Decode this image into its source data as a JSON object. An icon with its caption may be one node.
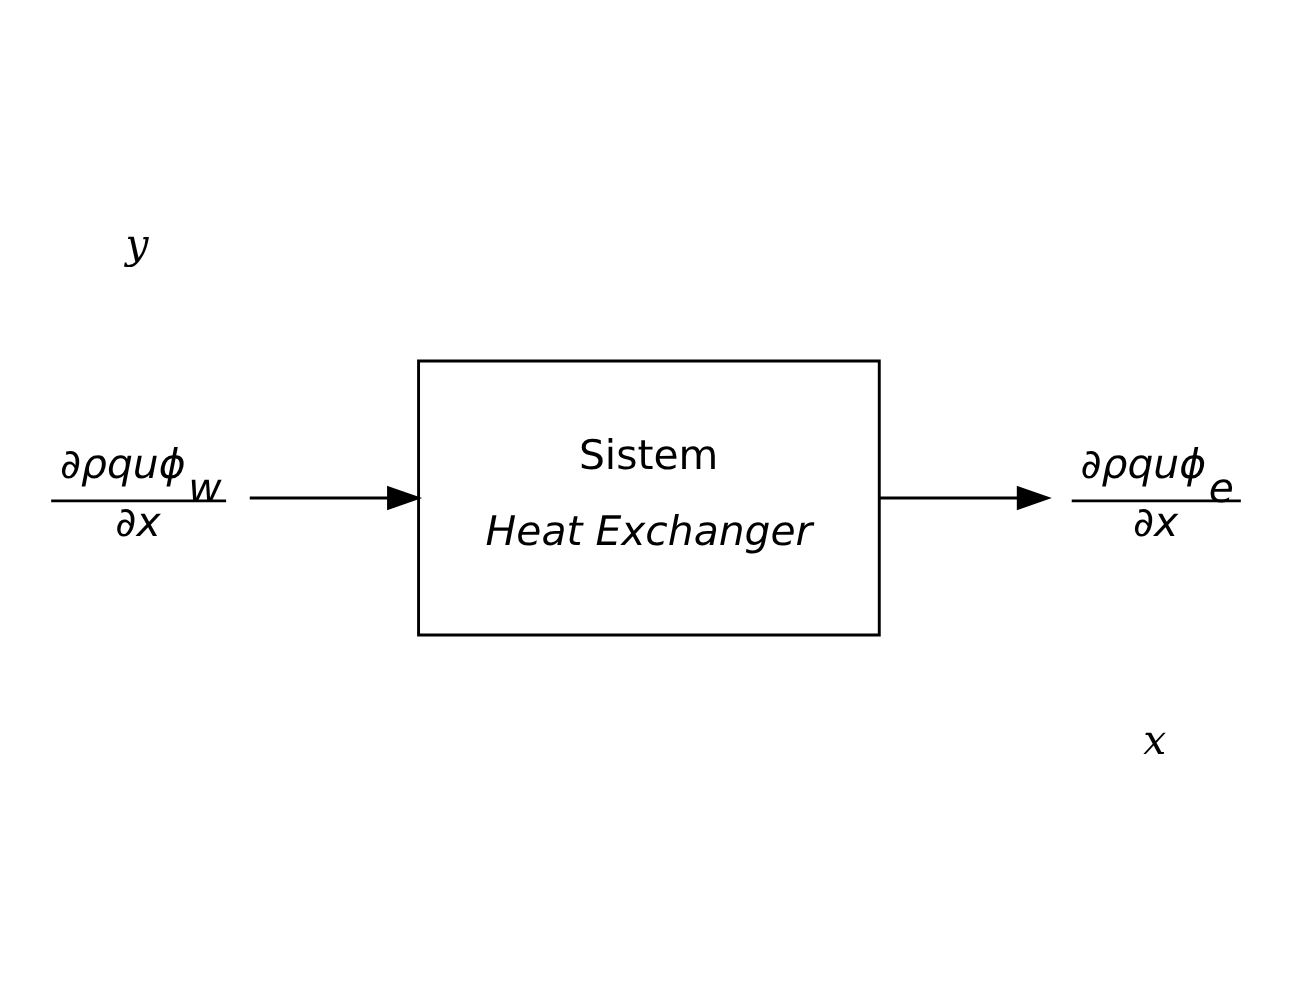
{
  "diagram": {
    "nodes": [
      {
        "text": [
          "∂ρquϕ$_{w}$",
          "∂x"
        ]
      },
      {
        "text": [
          "Sistem",
          "Heat Exchanger"
        ]
      },
      {
        "text": [
          "∂ρquϕ$_{e}$",
          "∂x"
        ]
      }
    ],
    "edges": [
      {
        "from": 0,
        "to": 1,
        "arrow": "to"
      },
      {
        "from": 1,
        "to": 2,
        "arrow": "to"
      }
    ],
    "labels": [
      "y",
      "x"
    ]
  }
}
